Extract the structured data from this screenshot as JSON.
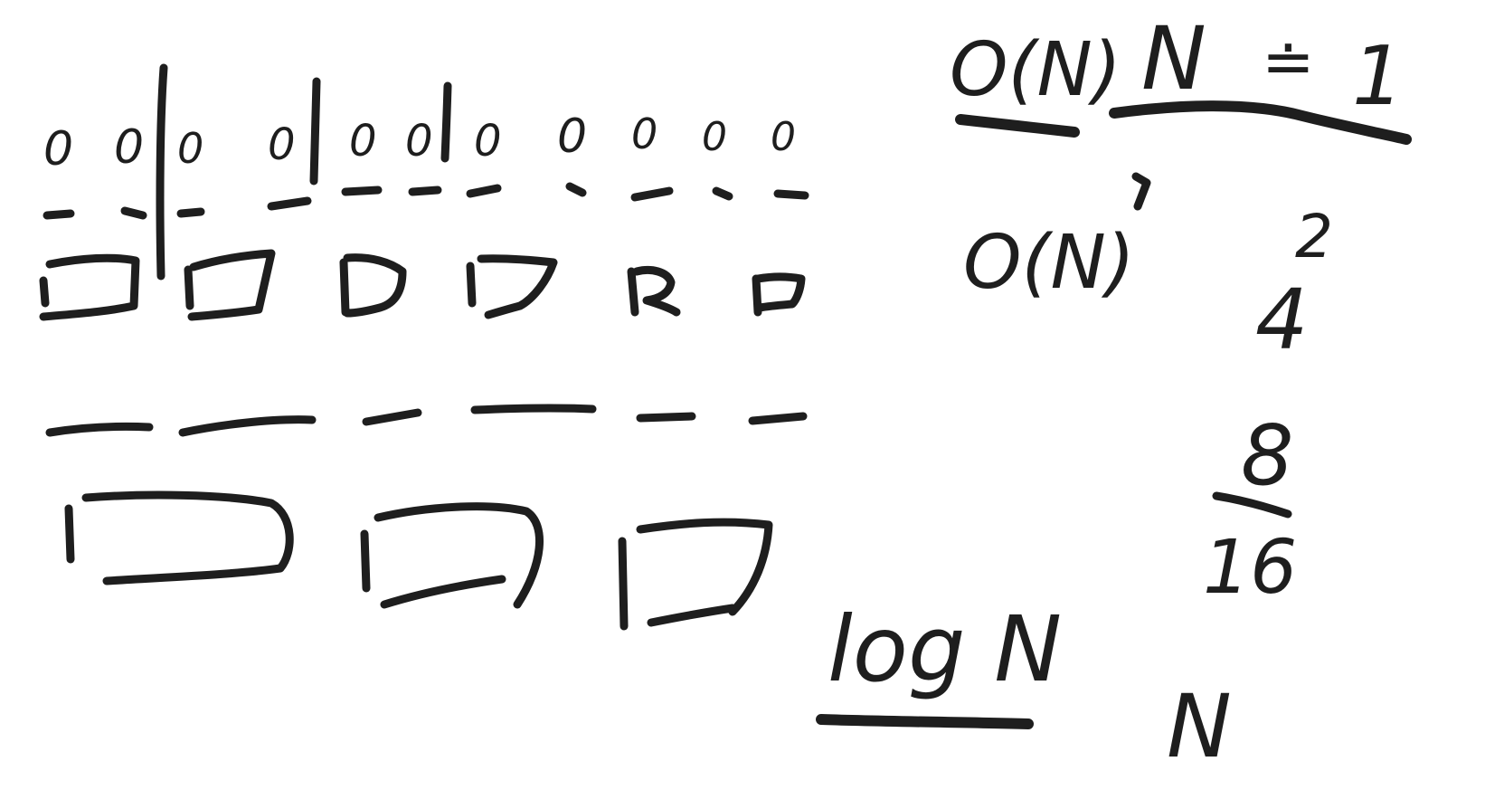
{
  "whiteboard": {
    "ink_color": "#1e1e1e",
    "background": "#ffffff",
    "bits": [
      "0",
      "0",
      "0",
      "0",
      "0",
      "0",
      "0",
      "0",
      "0",
      "0",
      "0"
    ],
    "notes": {
      "complexity_top": "O(N)",
      "complexity_second": "O(N)",
      "n_label": "N",
      "approx": "≐",
      "one": "1",
      "two": "2",
      "four": "4",
      "eight": "8",
      "sixteen": "16",
      "log_n": "log N",
      "bottom_n": "N"
    }
  }
}
